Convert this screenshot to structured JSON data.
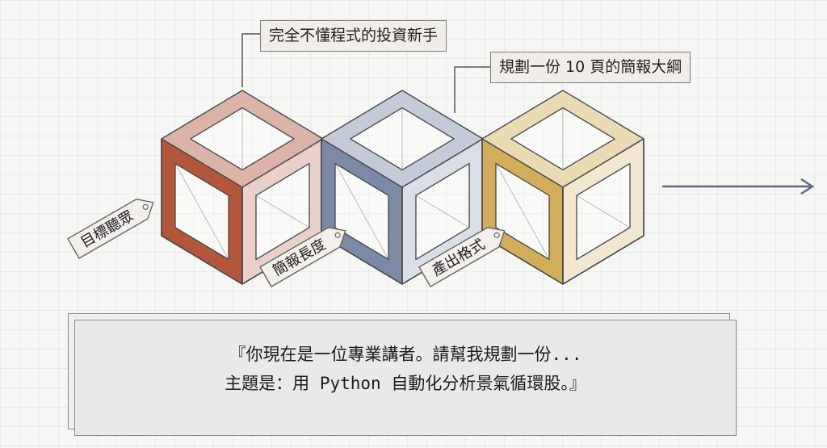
{
  "callouts": {
    "audience": "完全不懂程式的投資新手",
    "outline": "規劃一份 10 頁的簡報大綱"
  },
  "cubes": [
    {
      "label": "目標聽眾",
      "color": "#b2573c"
    },
    {
      "label": "簡報長度",
      "color": "#7c8aa6"
    },
    {
      "label": "產出格式",
      "color": "#d2ae5a"
    }
  ],
  "prompt": {
    "line1": "『你現在是一位專業講者。請幫我規劃一份...",
    "line2": "主題是：用 Python 自動化分析景氣循環股。』"
  },
  "colors": {
    "arrow": "#5d6b82",
    "stroke": "#4a4a4a"
  }
}
